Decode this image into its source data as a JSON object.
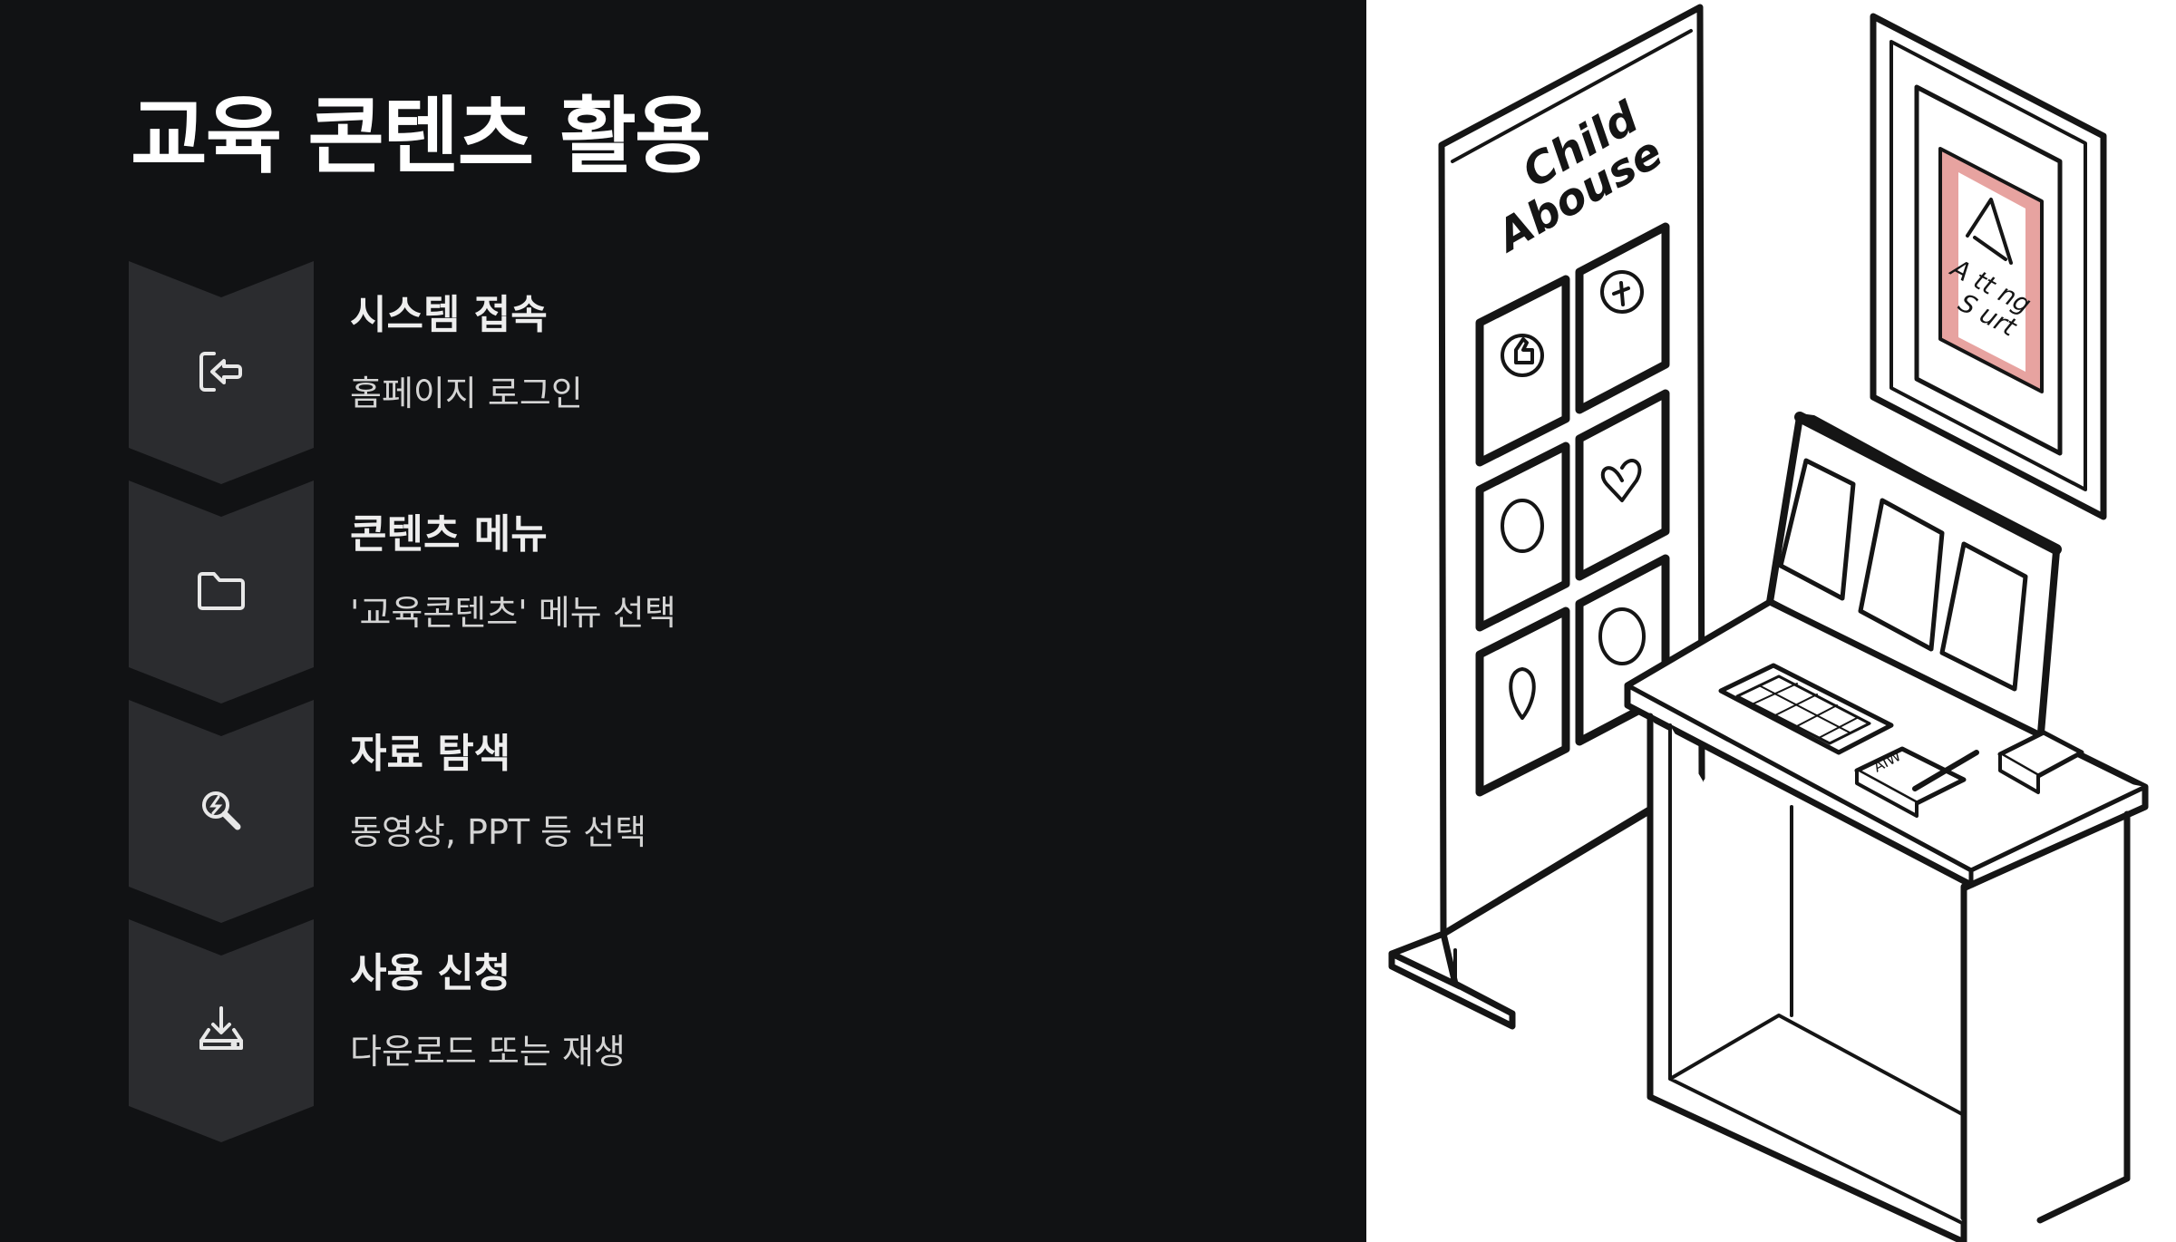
{
  "page": {
    "title": "교육 콘텐츠 활용",
    "background_color": "#111214",
    "badge_color": "#2b2c2f",
    "accent_pink": "#e7a3a0"
  },
  "steps": [
    {
      "icon": "login-icon",
      "title": "시스템 접속",
      "description": "홈페이지 로그인"
    },
    {
      "icon": "folder-icon",
      "title": "콘텐츠 메뉴",
      "description": "'교육콘텐츠' 메뉴 선택"
    },
    {
      "icon": "search-icon",
      "title": "자료 탐색",
      "description": "동영상, PPT 등 선택"
    },
    {
      "icon": "download-icon",
      "title": "사용 신청",
      "description": "다운로드 또는 재생"
    }
  ],
  "illustration": {
    "banner_text_line1": "Child",
    "banner_text_line2": "Abouse",
    "poster_text_line1": "A tt ng",
    "poster_text_line2": "S urt",
    "keyboard_note": "AIW"
  }
}
